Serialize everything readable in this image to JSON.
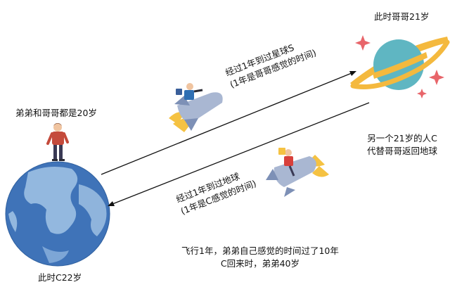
{
  "labels": {
    "brothers_age": "弟弟和哥哥都是20岁",
    "c_age_now": "此时C22岁",
    "brother_age_at_star": "此时哥哥21岁",
    "outbound_line1": "经过1年到过星球S",
    "outbound_line2": "(1年是哥哥感觉的时间)",
    "return_line1": "经过1年到过地球",
    "return_line2": "(1年是C感觉的时间)",
    "replacement_line1": "另一个21岁的人C",
    "replacement_line2": "代替哥哥返回地球",
    "summary_line1": "飞行1年，弟弟自己感觉的时间过了10年",
    "summary_line2": "C回来时，弟弟40岁"
  },
  "colors": {
    "earth_ocean": "#3f73b8",
    "earth_land": "#93b8df",
    "planet_body": "#5fb6c2",
    "planet_ring": "#f4b93e",
    "sparkle": "#e8656a",
    "rocket_body": "#a9b7d2",
    "rocket_flame": "#f5c242"
  }
}
